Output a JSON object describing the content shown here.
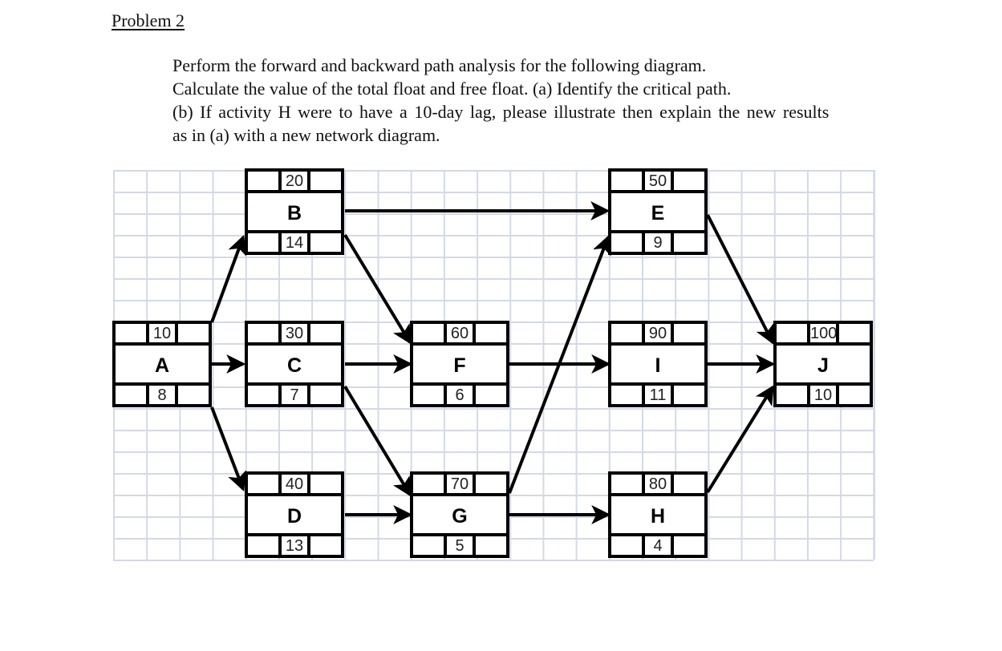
{
  "document": {
    "title": "Problem 2",
    "paragraph_lines": [
      "Perform the forward and backward path analysis for the following diagram.",
      "Calculate the value of the total float and free float. (a) Identify the critical path.",
      "(b) If activity H were to have a 10-day lag, please illustrate then explain the new results",
      "as in (a) with a new network diagram."
    ]
  },
  "diagram": {
    "type": "activity-on-node network",
    "nodes": [
      {
        "id": "A",
        "label": "A",
        "number": "10",
        "duration": "8"
      },
      {
        "id": "B",
        "label": "B",
        "number": "20",
        "duration": "14"
      },
      {
        "id": "C",
        "label": "C",
        "number": "30",
        "duration": "7"
      },
      {
        "id": "D",
        "label": "D",
        "number": "40",
        "duration": "13"
      },
      {
        "id": "E",
        "label": "E",
        "number": "50",
        "duration": "9"
      },
      {
        "id": "F",
        "label": "F",
        "number": "60",
        "duration": "6"
      },
      {
        "id": "G",
        "label": "G",
        "number": "70",
        "duration": "5"
      },
      {
        "id": "H",
        "label": "H",
        "number": "80",
        "duration": "4"
      },
      {
        "id": "I",
        "label": "I",
        "number": "90",
        "duration": "11"
      },
      {
        "id": "J",
        "label": "J",
        "number": "100",
        "duration": "10"
      }
    ],
    "edges": [
      {
        "from": "A",
        "to": "B"
      },
      {
        "from": "A",
        "to": "C"
      },
      {
        "from": "A",
        "to": "D"
      },
      {
        "from": "B",
        "to": "E"
      },
      {
        "from": "B",
        "to": "F"
      },
      {
        "from": "C",
        "to": "F"
      },
      {
        "from": "C",
        "to": "G"
      },
      {
        "from": "D",
        "to": "G"
      },
      {
        "from": "F",
        "to": "I"
      },
      {
        "from": "G",
        "to": "E"
      },
      {
        "from": "G",
        "to": "H"
      },
      {
        "from": "E",
        "to": "J"
      },
      {
        "from": "I",
        "to": "J"
      },
      {
        "from": "H",
        "to": "J"
      }
    ]
  }
}
